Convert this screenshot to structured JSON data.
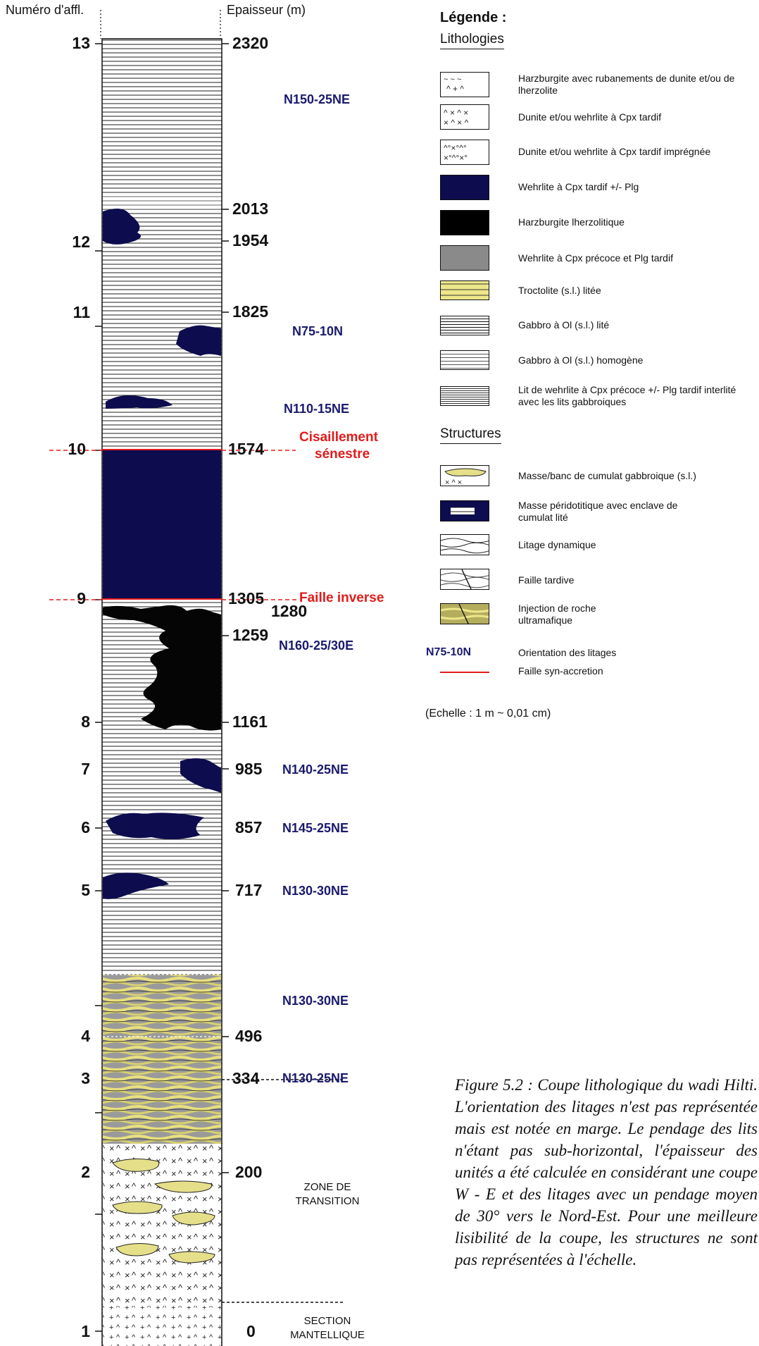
{
  "headers": {
    "outcrop_number": "Numéro d'affl.",
    "thickness": "Epaisseur (m)"
  },
  "outcrop_numbers": [
    "13",
    "12",
    "11",
    "10",
    "9",
    "8",
    "7",
    "6",
    "5",
    "4",
    "3",
    "2",
    "1"
  ],
  "thickness_labels": [
    "2320",
    "2013",
    "1954",
    "1825",
    "1574",
    "1305",
    "1280",
    "1259",
    "1161",
    "985",
    "857",
    "717",
    "496",
    "334",
    "200",
    "0"
  ],
  "orientations": [
    "N150-25NE",
    "N75-10N",
    "N110-15NE",
    "N160-25/30E",
    "N140-25NE",
    "N145-25NE",
    "N130-30NE",
    "N130-30NE",
    "N130-25NE"
  ],
  "faults": {
    "upper": [
      "Cisaillement",
      "sénestre"
    ],
    "lower": "Faille inverse"
  },
  "zones": {
    "transition": [
      "ZONE DE",
      "TRANSITION"
    ],
    "mantle": [
      "SECTION",
      "MANTELLIQUE"
    ]
  },
  "legend": {
    "title": "Légende :",
    "lithologies_title": "Lithologies",
    "lithologies": [
      "Harzburgite avec rubanements de dunite et/ou de lherzolite",
      "Dunite et/ou wehrlite à Cpx tardif",
      "Dunite et/ou wehrlite à Cpx tardif imprégnée",
      "Wehrlite à Cpx tardif +/- Plg",
      "Harzburgite lherzolitique",
      "Wehrlite à Cpx précoce et Plg tardif",
      "Troctolite (s.l.) litée",
      "Gabbro à Ol (s.l.) lité",
      "Gabbro à Ol (s.l.) homogène",
      "Lit de wehrlite à Cpx précoce +/- Plg tardif interlité avec les lits gabbroiques"
    ],
    "structures_title": "Structures",
    "structures": [
      "Masse/banc de cumulat gabbroique (s.l.)",
      "Masse péridotitique avec enclave de cumulat lité",
      "Litage dynamique",
      "Faille tardive",
      "Injection de roche ultramafique"
    ],
    "orientation_sample": "N75-10N",
    "orientation_text": "Orientation des litages",
    "fault_text": "Faille syn-accretion",
    "scale": "(Echelle : 1 m ~ 0,01 cm)"
  },
  "caption": "Figure 5.2 : Coupe lithologique du wadi Hilti. L'orientation des litages n'est pas représentée mais est notée en marge. Le pendage des lits n'étant pas sub-horizontal, l'épaisseur des unités a été calculée en considérant une coupe W - E et des litages avec un pendage moyen de 30° vers le Nord-Est. Pour une meilleure lisibilité de la coupe, les structures ne sont pas représentées à l'échelle.",
  "colors": {
    "navy": "#0c0c4e",
    "yellow": "#e6df8a",
    "red": "#e21b1b",
    "orientation": "#1a1a6e"
  }
}
